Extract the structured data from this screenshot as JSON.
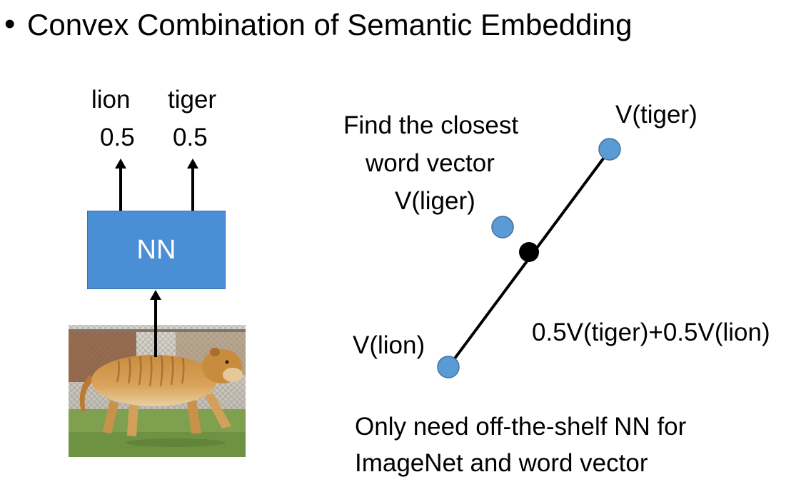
{
  "slide": {
    "bullet": "•",
    "title": "Convex Combination of Semantic Embedding"
  },
  "network": {
    "box_label": "NN",
    "box_color": "#4a8fd6",
    "outputs": [
      {
        "label": "lion",
        "value": "0.5"
      },
      {
        "label": "tiger",
        "value": "0.5"
      }
    ]
  },
  "embedding": {
    "find_text": [
      "Find the closest",
      "word vector"
    ],
    "liger_label": "V(liger)",
    "tiger_label": "V(tiger)",
    "lion_label": "V(lion)",
    "combo_label": "0.5V(tiger)+0.5V(lion)",
    "point_color": "#5b9bd5"
  },
  "note": [
    "Only need off-the-shelf NN for",
    "ImageNet and word vector"
  ]
}
